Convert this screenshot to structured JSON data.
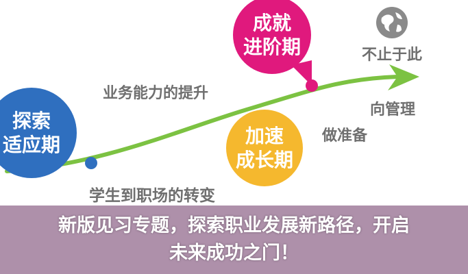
{
  "diagram": {
    "stages": [
      {
        "line1": "探索",
        "line2": "适应期",
        "color": "#2f6fbf"
      },
      {
        "line1": "加速",
        "line2": "成长期",
        "color": "#f5b82e"
      },
      {
        "line1": "成就",
        "line2": "进阶期",
        "color": "#e0197d"
      }
    ],
    "labels": {
      "bottom": "学生到职场的转变",
      "middle": "业务能力的提升",
      "right": "向管理",
      "right2": "做准备",
      "top_right": "不止于此"
    },
    "curve_color": "#7cc242",
    "icon": "globe-icon"
  },
  "overlay": {
    "title_line1": "新版见习专题，探索职业发展新路径，开启",
    "title_line2": "未来成功之门！"
  }
}
